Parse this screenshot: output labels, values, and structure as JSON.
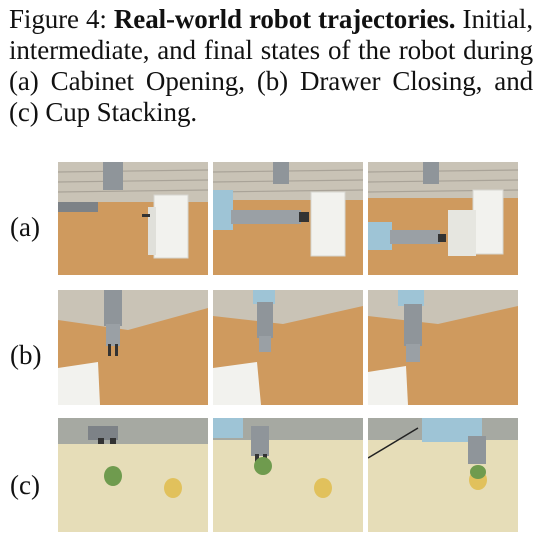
{
  "caption": {
    "prefix": "Figure 4:",
    "title": "Real-world robot trajectories.",
    "body": "Initial, intermediate, and final states of the robot during (a) Cabinet Opening, (b) Drawer Closing, and (c) Cup Stacking."
  },
  "rows": [
    {
      "label": "(a)",
      "task": "cabinet-opening",
      "states": [
        "initial",
        "intermediate",
        "final"
      ]
    },
    {
      "label": "(b)",
      "task": "drawer-closing",
      "states": [
        "initial",
        "intermediate",
        "final"
      ]
    },
    {
      "label": "(c)",
      "task": "cup-stacking",
      "states": [
        "initial",
        "intermediate",
        "final"
      ]
    }
  ],
  "colors": {
    "table_wood": "#cf9a5e",
    "light_floor": "#e6ddb8",
    "robot_gray": "#8f959a",
    "robot_blue": "#9ec4d6",
    "cabinet_white": "#f2f2ee",
    "cup_green": "#6f9b4e",
    "cup_yellow": "#e1c15c"
  }
}
